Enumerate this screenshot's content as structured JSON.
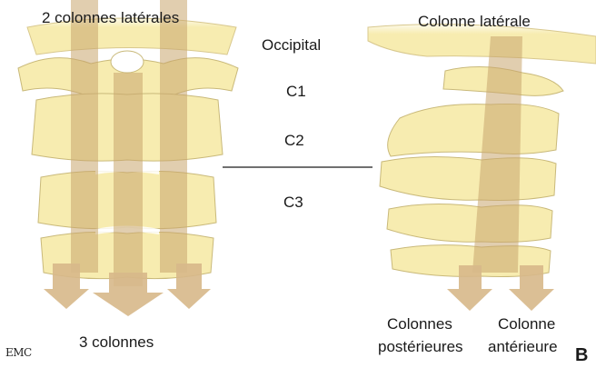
{
  "left_view": {
    "top_label": "2 colonnes latérales",
    "bottom_label": "3 colonnes"
  },
  "levels": [
    "Occipital",
    "C1",
    "C2",
    "C3"
  ],
  "right_view": {
    "top_label": "Colonne latérale",
    "bottom_left_label": [
      "Colonnes",
      "postérieures"
    ],
    "bottom_right_label": [
      "Colonne",
      "antérieure"
    ]
  },
  "watermark": "EMC",
  "panel_letter": "B",
  "colors": {
    "bone": "#f7ecb0",
    "bone_outline": "#c9b97a",
    "column": "#c8a66e",
    "arrow": "#d7b88a"
  }
}
